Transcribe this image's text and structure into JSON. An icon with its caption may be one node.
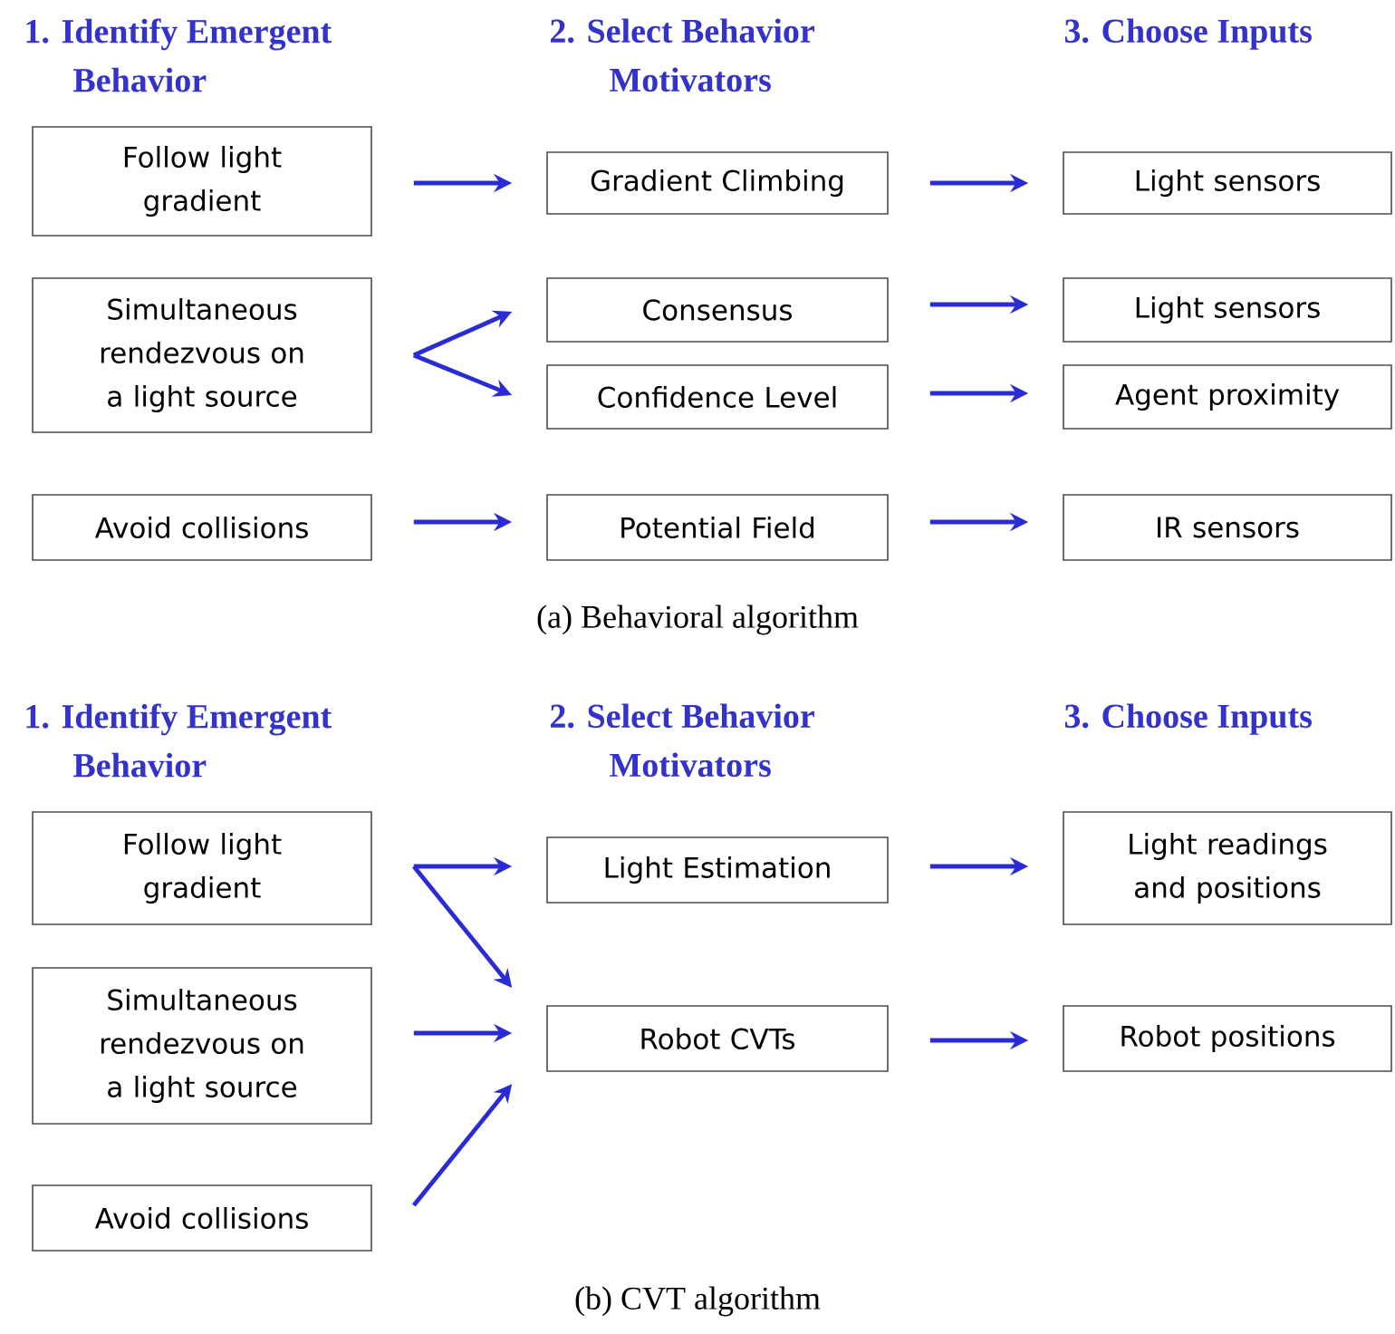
{
  "diagram": {
    "nodes": [
      {
        "text": [
          "Follow light gradient"
        ]
      },
      {
        "text": [
          "Gradient Climbing"
        ]
      },
      {
        "text": [
          "Light sensors"
        ]
      },
      {
        "text": [
          "Simultaneous rendezvous on a light source"
        ]
      },
      {
        "text": [
          "Consensus"
        ]
      },
      {
        "text": [
          "Light sensors"
        ]
      },
      {
        "text": [
          "Confidence Level"
        ]
      },
      {
        "text": [
          "Agent proximity"
        ]
      },
      {
        "text": [
          "Avoid collisions"
        ]
      },
      {
        "text": [
          "Potential Field"
        ]
      },
      {
        "text": [
          "IR sensors"
        ]
      },
      {
        "text": [
          "Follow light gradient"
        ]
      },
      {
        "text": [
          "Light Estimation"
        ]
      },
      {
        "text": [
          "Light readings and positions"
        ]
      },
      {
        "text": [
          "Simultaneous rendezvous on a light source"
        ]
      },
      {
        "text": [
          "Robot CVTs"
        ]
      },
      {
        "text": [
          "Robot positions"
        ]
      },
      {
        "text": [
          "Avoid collisions"
        ]
      }
    ],
    "edges": [
      {
        "from": 0,
        "to": 1,
        "arrow": "to"
      },
      {
        "from": 1,
        "to": 2,
        "arrow": "to"
      },
      {
        "from": 3,
        "to": 4,
        "arrow": "to"
      },
      {
        "from": 3,
        "to": 6,
        "arrow": "to"
      },
      {
        "from": 4,
        "to": 5,
        "arrow": "to"
      },
      {
        "from": 6,
        "to": 7,
        "arrow": "to"
      },
      {
        "from": 8,
        "to": 9,
        "arrow": "to"
      },
      {
        "from": 9,
        "to": 10,
        "arrow": "to"
      },
      {
        "from": 11,
        "to": 12,
        "arrow": "to"
      },
      {
        "from": 11,
        "to": 15,
        "arrow": "to"
      },
      {
        "from": 14,
        "to": 15,
        "arrow": "to"
      },
      {
        "from": 17,
        "to": 15,
        "arrow": "to"
      },
      {
        "from": 12,
        "to": 13,
        "arrow": "to"
      },
      {
        "from": 15,
        "to": 16,
        "arrow": "to"
      }
    ],
    "labels": [
      "1. Identify Emergent Behavior",
      "2. Select Behavior Motivators",
      "3. Choose Inputs",
      "(a) Behavioral algorithm",
      "1. Identify Emergent Behavior",
      "2. Select Behavior Motivators",
      "3. Choose Inputs",
      "(b) CVT algorithm"
    ]
  }
}
